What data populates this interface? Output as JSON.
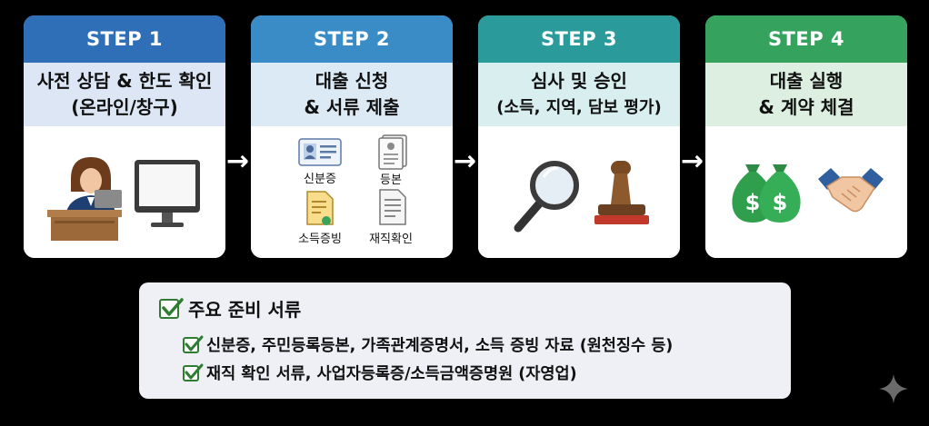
{
  "steps": [
    {
      "step_label": "STEP 1",
      "title_line1": "사전 상담 & 한도 확인",
      "title_line2": "(온라인/창구)",
      "head_color": "#2f6fb8",
      "title_bg": "#dde6f4"
    },
    {
      "step_label": "STEP 2",
      "title_line1": "대출 신청",
      "title_line2": "& 서류 제출",
      "head_color": "#3a8cc6",
      "title_bg": "#dbeaf5",
      "documents": [
        "신분증",
        "등본",
        "소득증빙",
        "재직확인"
      ]
    },
    {
      "step_label": "STEP 3",
      "title_line1": "심사 및 승인",
      "title_line2": "(소득, 지역, 담보 평가)",
      "head_color": "#2a9a9a",
      "title_bg": "#d9eeee"
    },
    {
      "step_label": "STEP 4",
      "title_line1": "대출 실행",
      "title_line2": "& 계약 체결",
      "head_color": "#35a25e",
      "title_bg": "#dcefe1"
    }
  ],
  "arrow_glyph": "→",
  "checklist": {
    "title": "주요 준비 서류",
    "items": [
      "신분증, 주민등록등본, 가족관계증명서, 소득 증빙 자료 (원천징수 등)",
      "재직 확인 서류, 사업자등록증/소득금액증명원 (자영업)"
    ]
  }
}
